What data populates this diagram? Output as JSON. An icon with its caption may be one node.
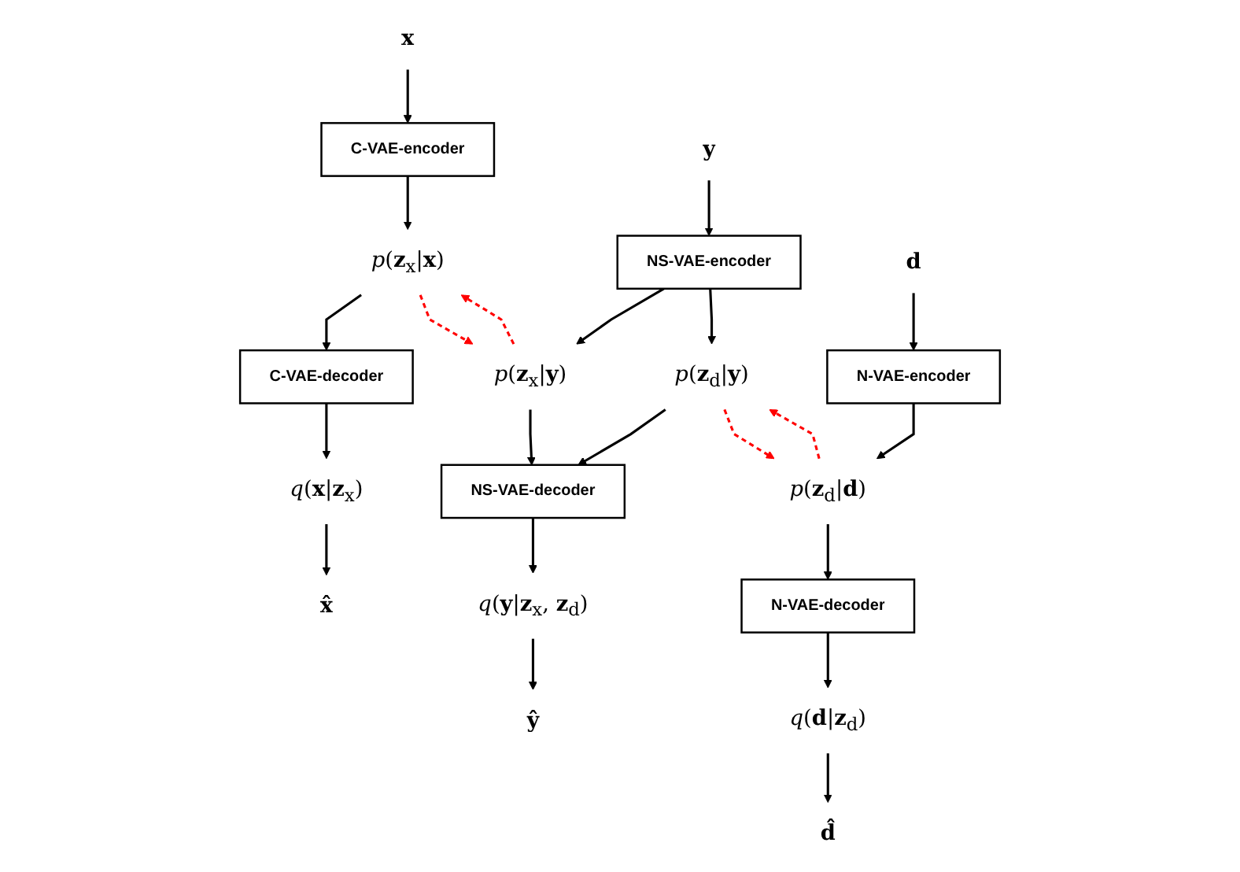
{
  "diagram": {
    "nodes": [
      {
        "text": [
          "**x**"
        ]
      },
      {
        "text": [
          "C-VAE-encoder"
        ]
      },
      {
        "text": [
          "*p*(**z**$_{x}$|**x**)"
        ]
      },
      {
        "text": [
          "C-VAE-decoder"
        ]
      },
      {
        "text": [
          "*q*(**x**|**z**$_{x}$)"
        ]
      },
      {
        "text": [
          "**x̂**"
        ]
      },
      {
        "text": [
          "**y**"
        ]
      },
      {
        "text": [
          "NS-VAE-encoder"
        ]
      },
      {
        "text": [
          "*p*(**z**$_{x}$|**y**)"
        ]
      },
      {
        "text": [
          "*p*(**z**$_{d}$|**y**)"
        ]
      },
      {
        "text": [
          "NS-VAE-decoder"
        ]
      },
      {
        "text": [
          "*q*(**y**|**z**$_{x}$, **z**$_{d}$)"
        ]
      },
      {
        "text": [
          "**ŷ**"
        ]
      },
      {
        "text": [
          "**d**"
        ]
      },
      {
        "text": [
          "N-VAE-encoder"
        ]
      },
      {
        "text": [
          "*p*(**z**$_{d}$|**d**)"
        ]
      },
      {
        "text": [
          "N-VAE-decoder"
        ]
      },
      {
        "text": [
          "*q*(**d**|**z**$_{d}$)"
        ]
      },
      {
        "text": [
          "**d̂**"
        ]
      }
    ],
    "edges": [
      {
        "from": 0,
        "to": 1,
        "arrow": "to"
      },
      {
        "from": 1,
        "to": 2,
        "arrow": "to"
      },
      {
        "from": 2,
        "to": 3,
        "arrow": "to"
      },
      {
        "from": 3,
        "to": 4,
        "arrow": "to"
      },
      {
        "from": 4,
        "to": 5,
        "arrow": "to"
      },
      {
        "from": 6,
        "to": 7,
        "arrow": "to"
      },
      {
        "from": 7,
        "to": 8,
        "arrow": "to"
      },
      {
        "from": 7,
        "to": 9,
        "arrow": "to"
      },
      {
        "from": 8,
        "to": 10,
        "arrow": "to"
      },
      {
        "from": 9,
        "to": 10,
        "arrow": "to"
      },
      {
        "from": 10,
        "to": 11,
        "arrow": "to"
      },
      {
        "from": 11,
        "to": 12,
        "arrow": "to"
      },
      {
        "from": 13,
        "to": 14,
        "arrow": "to"
      },
      {
        "from": 14,
        "to": 15,
        "arrow": "to"
      },
      {
        "from": 15,
        "to": 16,
        "arrow": "to"
      },
      {
        "from": 16,
        "to": 17,
        "arrow": "to"
      },
      {
        "from": 17,
        "to": 18,
        "arrow": "to"
      },
      {
        "from": 2,
        "to": 8,
        "arrow": "to",
        "style": "dashed",
        "color": "#ff0000"
      },
      {
        "from": 8,
        "to": 2,
        "arrow": "to",
        "style": "dashed",
        "color": "#ff0000"
      },
      {
        "from": 9,
        "to": 15,
        "arrow": "to",
        "style": "dashed",
        "color": "#ff0000"
      },
      {
        "from": 15,
        "to": 9,
        "arrow": "to",
        "style": "dashed",
        "color": "#ff0000"
      }
    ]
  }
}
